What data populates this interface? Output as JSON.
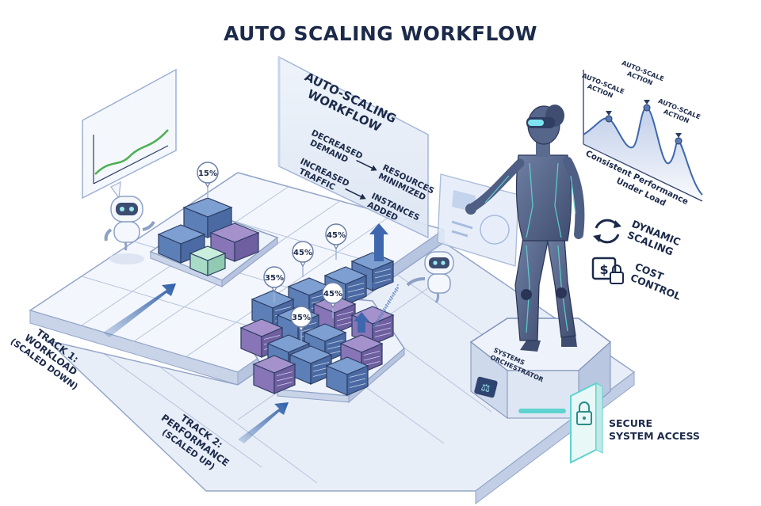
{
  "title": "AUTO SCALING WORKFLOW",
  "panel": {
    "heading_line1": "AUTO-SCALING",
    "heading_line2": "WORKFLOW",
    "row1_left_line1": "DECREASED",
    "row1_left_line2": "DEMAND",
    "row1_right_line1": "RESOURCES",
    "row1_right_line2": "MINIMIZED",
    "row2_left_line1": "INCREASED",
    "row2_left_line2": "TRAFFIC",
    "row2_right_line1": "INSTANCES",
    "row2_right_line2": "ADDED"
  },
  "badges": {
    "track1": "15%",
    "b1": "45%",
    "b2": "45%",
    "b3": "35%",
    "b4": "45%",
    "b5": "35%"
  },
  "tracks": {
    "track1_line1": "TRACK 1:",
    "track1_line2": "WORKLOAD",
    "track1_line3": "(SCALED DOWN)",
    "track2_line1": "TRACK 2:",
    "track2_line2": "PERFORMANCE",
    "track2_line3": "(SCALED UP)"
  },
  "orchestrator": {
    "line1": "SYSTEMS",
    "line2": "ORCHESTRATOR"
  },
  "perf_chart": {
    "peak1_line1": "AUTO-SCALE",
    "peak1_line2": "ACTION",
    "peak2_line1": "AUTO-SCALE",
    "peak2_line2": "ACTION",
    "peak3_line1": "AUTO-SCALE",
    "peak3_line2": "ACTION",
    "caption_line1": "Consistent Performance",
    "caption_line2": "Under Load"
  },
  "features": {
    "dynamic_line1": "DYNAMIC",
    "dynamic_line2": "SCALING",
    "cost_line1": "COST",
    "cost_line2": "CONTROL",
    "secure_line1": "SECURE",
    "secure_line2": "SYSTEM ACCESS"
  },
  "colors": {
    "ink": "#1c2a4a",
    "platform": "#e3e9f5",
    "blue_block": "#6f8fc4",
    "purple_block": "#8d7bb8",
    "teal_glow": "#5fd3d0",
    "green_line": "#4caf50"
  }
}
